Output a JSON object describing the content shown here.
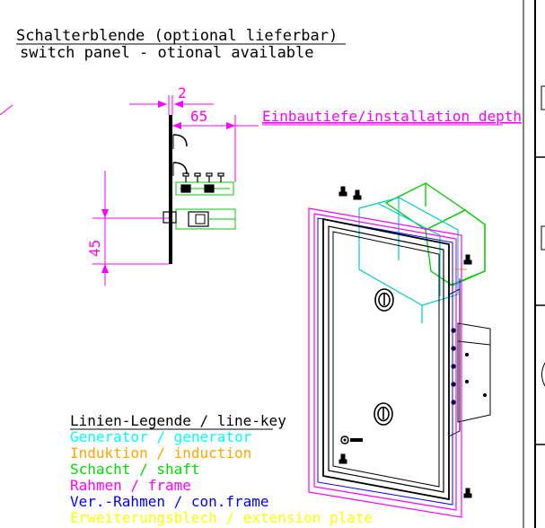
{
  "header": {
    "title_de": "Schalterblende (optional lieferbar)",
    "title_en": "switch panel - otional available"
  },
  "dimensions": {
    "plate_thickness": "2",
    "body_depth": "65",
    "depth_label": "Einbautiefe/installation depth",
    "vertical_offset": "45"
  },
  "legend": {
    "heading": "Linien-Legende / line-key",
    "items": [
      {
        "label": "Generator / generator",
        "color": "#00ffff"
      },
      {
        "label": "Induktion / induction",
        "color": "#ffa500"
      },
      {
        "label": "Schacht / shaft",
        "color": "#00dd00"
      },
      {
        "label": "Rahmen / frame",
        "color": "#ff00ff"
      },
      {
        "label": "Ver.-Rahmen / con.frame",
        "color": "#0000ff"
      },
      {
        "label": "Erweiterungsblech / extension plate",
        "color": "#ffff00"
      }
    ]
  },
  "colors": {
    "ink": "#000000",
    "dimension": "#ff00ff",
    "frame": "#ff00ff",
    "shaft": "#00dd00",
    "generator": "#00ffff"
  }
}
